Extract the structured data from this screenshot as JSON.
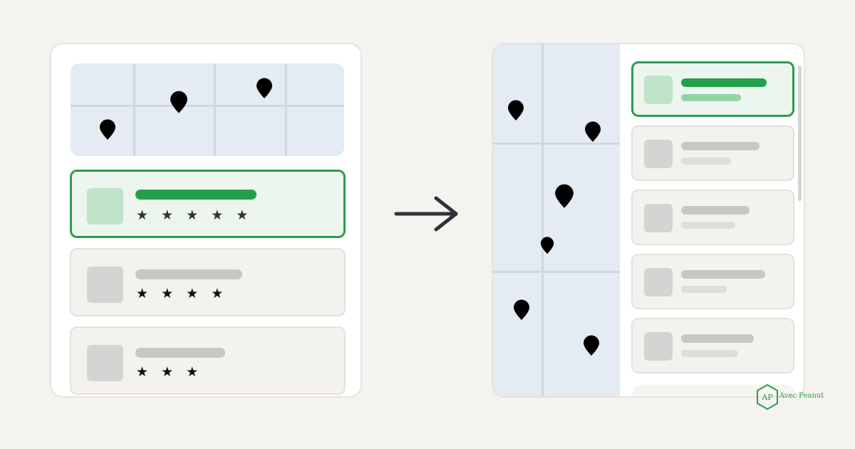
{
  "colors": {
    "background": "#f5f3ef",
    "panel": "#ffffff",
    "map": "#e4ebf2",
    "accent": "#2a9d4e",
    "pin": "#000000"
  },
  "before": {
    "selected_card_rating": 5,
    "cards": [
      {
        "rating": 5,
        "selected": true
      },
      {
        "rating": 4,
        "selected": false
      },
      {
        "rating": 3,
        "selected": false
      }
    ],
    "stars": [
      "★ ★ ★ ★ ★",
      "★ ★ ★ ★",
      "★ ★ ★"
    ]
  },
  "arrow": {
    "icon": "arrow-right-icon"
  },
  "after": {
    "selected_index": 0,
    "list_count": 5
  },
  "logo": {
    "initials": "AP",
    "name": "Avec Peanut"
  }
}
